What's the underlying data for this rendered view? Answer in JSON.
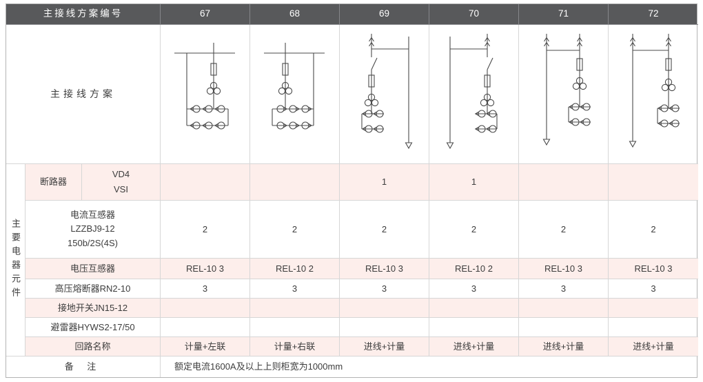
{
  "colors": {
    "header-bg": "#58595b",
    "row-pink": "#fdeeeb",
    "line": "#d6d6d6"
  },
  "header": {
    "label": "主接线方案编号",
    "columns": [
      "67",
      "68",
      "69",
      "70",
      "71",
      "72"
    ]
  },
  "diagram_row": {
    "label": "主接线方案",
    "diagrams": [
      {
        "column": "67",
        "name": "metering-with-left-link-scheme"
      },
      {
        "column": "68",
        "name": "metering-with-right-link-scheme"
      },
      {
        "column": "69",
        "name": "incoming-with-metering-scheme"
      },
      {
        "column": "70",
        "name": "incoming-with-metering-scheme"
      },
      {
        "column": "71",
        "name": "incoming-with-metering-scheme"
      },
      {
        "column": "72",
        "name": "incoming-with-metering-scheme"
      }
    ]
  },
  "components": {
    "group_label": "主要电器元件",
    "rows": [
      {
        "label": "断路器",
        "sublabels": [
          "VD4",
          "VSI"
        ],
        "values": [
          "",
          "",
          "1",
          "1",
          "",
          ""
        ]
      },
      {
        "label_lines": [
          "电流互感器",
          "LZZBJ9-12",
          "150b/2S(4S)"
        ],
        "values": [
          "2",
          "2",
          "2",
          "2",
          "2",
          "2"
        ]
      },
      {
        "label": "电压互感器",
        "values": [
          "REL-10 3",
          "REL-10 2",
          "REL-10 3",
          "REL-10 2",
          "REL-10 3",
          "REL-10 3"
        ]
      },
      {
        "label": "高压熔断器RN2-10",
        "values": [
          "3",
          "3",
          "3",
          "3",
          "3",
          "3"
        ]
      },
      {
        "label": "接地开关JN15-12",
        "values": [
          "",
          "",
          "",
          "",
          "",
          ""
        ]
      },
      {
        "label": "避雷器HYWS2-17/50",
        "values": [
          "",
          "",
          "",
          "",
          "",
          ""
        ]
      },
      {
        "label": "回路名称",
        "values": [
          "计量+左联",
          "计量+右联",
          "进线+计量",
          "进线+计量",
          "进线+计量",
          "进线+计量"
        ]
      }
    ]
  },
  "remark": {
    "label": "备 注",
    "text": "额定电流1600A及以上上则柜宽为1000mm"
  }
}
